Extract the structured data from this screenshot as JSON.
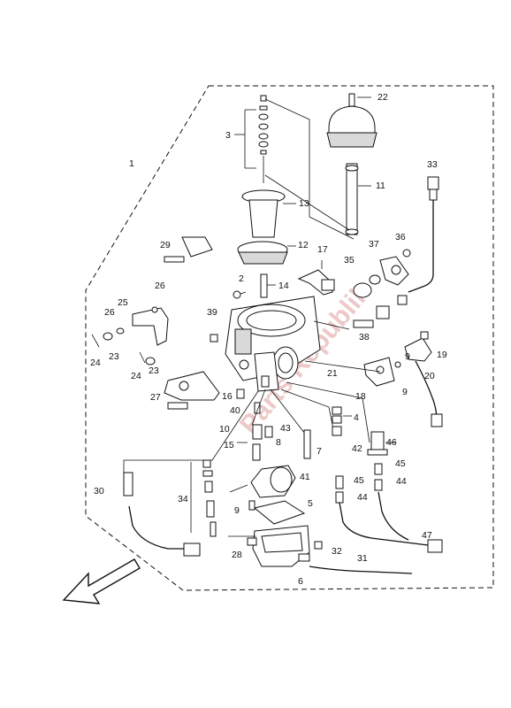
{
  "diagram": {
    "labels": [
      "1",
      "2",
      "3",
      "4",
      "5",
      "6",
      "7",
      "8",
      "9",
      "9",
      "9",
      "10",
      "11",
      "12",
      "13",
      "14",
      "15",
      "16",
      "17",
      "18",
      "19",
      "20",
      "21",
      "22",
      "23",
      "23",
      "24",
      "24",
      "25",
      "26",
      "26",
      "27",
      "28",
      "29",
      "30",
      "31",
      "32",
      "33",
      "34",
      "35",
      "36",
      "37",
      "38",
      "39",
      "40",
      "41",
      "42",
      "43",
      "44",
      "44",
      "45",
      "45",
      "46",
      "47"
    ],
    "watermark": "Parts Republik",
    "direction_arrow": "front-arrow-icon"
  }
}
